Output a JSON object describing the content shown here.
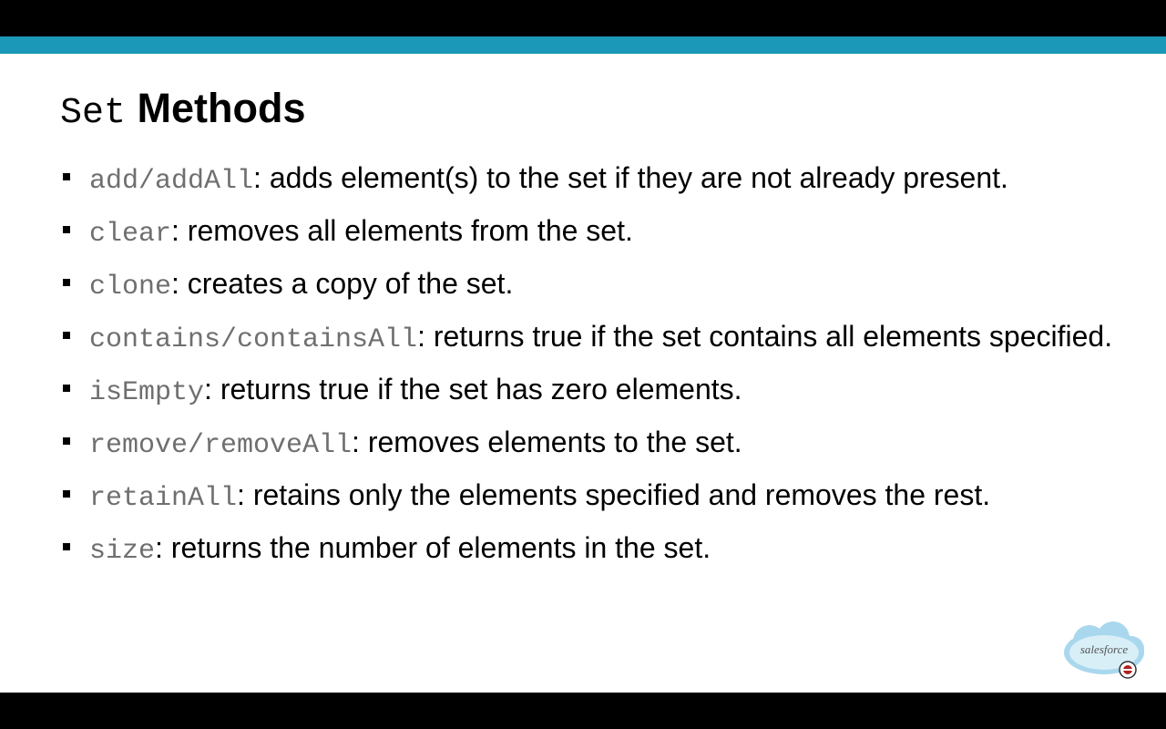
{
  "slide": {
    "title_code": "Set",
    "title_text": "Methods",
    "bullets": [
      {
        "method": "add/addAll",
        "description": ": adds element(s) to the set if they are not already present."
      },
      {
        "method": "clear",
        "description": ": removes all elements from the set."
      },
      {
        "method": "clone",
        "description": ": creates a copy of the set."
      },
      {
        "method": "contains/containsAll",
        "description": ": returns true if the set contains all elements specified."
      },
      {
        "method": "isEmpty",
        "description": ": returns true if the set has zero elements."
      },
      {
        "method": "remove/removeAll",
        "description": ": removes elements to the set."
      },
      {
        "method": "retainAll",
        "description": ": retains only the elements specified and removes the rest."
      },
      {
        "method": "size",
        "description": ": returns the number of elements in the set."
      }
    ],
    "logo_text": "salesforce"
  },
  "colors": {
    "accent_bar": "#1b98b8",
    "method_text": "#6f6f6f",
    "logo_cloud": "#a9d8ee"
  }
}
